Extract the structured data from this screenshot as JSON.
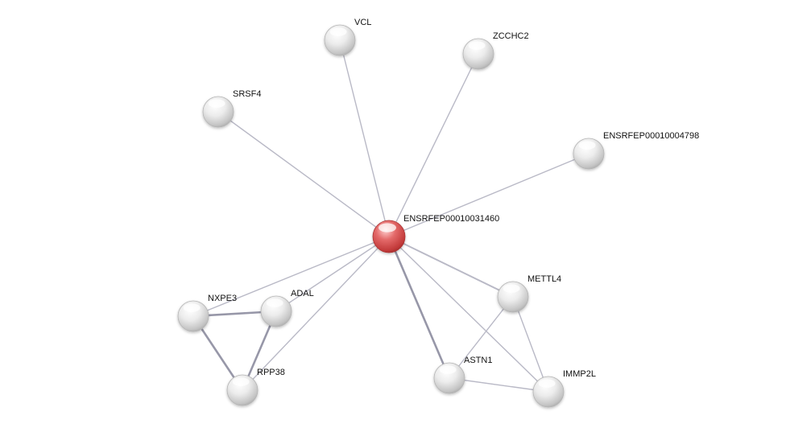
{
  "network": {
    "nodes": [
      {
        "id": "center",
        "label": "ENSRFEP00010031460",
        "style": "query"
      },
      {
        "id": "vcl",
        "label": "VCL",
        "style": "partner"
      },
      {
        "id": "zcchc2",
        "label": "ZCCHC2",
        "style": "partner"
      },
      {
        "id": "srsf4",
        "label": "SRSF4",
        "style": "partner"
      },
      {
        "id": "ens4798",
        "label": "ENSRFEP00010004798",
        "style": "partner"
      },
      {
        "id": "nxpe3",
        "label": "NXPE3",
        "style": "partner"
      },
      {
        "id": "adal",
        "label": "ADAL",
        "style": "partner"
      },
      {
        "id": "rpp38",
        "label": "RPP38",
        "style": "partner"
      },
      {
        "id": "mettl4",
        "label": "METTL4",
        "style": "partner"
      },
      {
        "id": "astn1",
        "label": "ASTN1",
        "style": "partner"
      },
      {
        "id": "immp2l",
        "label": "IMMP2L",
        "style": "partner"
      }
    ],
    "edges": [
      {
        "from": "center",
        "to": "vcl",
        "strength": "weak"
      },
      {
        "from": "center",
        "to": "zcchc2",
        "strength": "weak"
      },
      {
        "from": "center",
        "to": "srsf4",
        "strength": "weak"
      },
      {
        "from": "center",
        "to": "ens4798",
        "strength": "weak"
      },
      {
        "from": "center",
        "to": "nxpe3",
        "strength": "weak"
      },
      {
        "from": "center",
        "to": "adal",
        "strength": "weak"
      },
      {
        "from": "center",
        "to": "rpp38",
        "strength": "weak"
      },
      {
        "from": "center",
        "to": "mettl4",
        "strength": "medium"
      },
      {
        "from": "center",
        "to": "astn1",
        "strength": "strong"
      },
      {
        "from": "center",
        "to": "immp2l",
        "strength": "weak"
      },
      {
        "from": "nxpe3",
        "to": "adal",
        "strength": "strong"
      },
      {
        "from": "nxpe3",
        "to": "rpp38",
        "strength": "strong"
      },
      {
        "from": "adal",
        "to": "rpp38",
        "strength": "strong"
      },
      {
        "from": "mettl4",
        "to": "astn1",
        "strength": "weak"
      },
      {
        "from": "mettl4",
        "to": "immp2l",
        "strength": "weak"
      },
      {
        "from": "astn1",
        "to": "immp2l",
        "strength": "weak"
      }
    ],
    "colors": {
      "query_node": "#d94b4b",
      "partner_node": "#d8d8d8",
      "edge": "#b9b9c6",
      "edge_strong": "#9797a8",
      "label": "#111111"
    }
  }
}
